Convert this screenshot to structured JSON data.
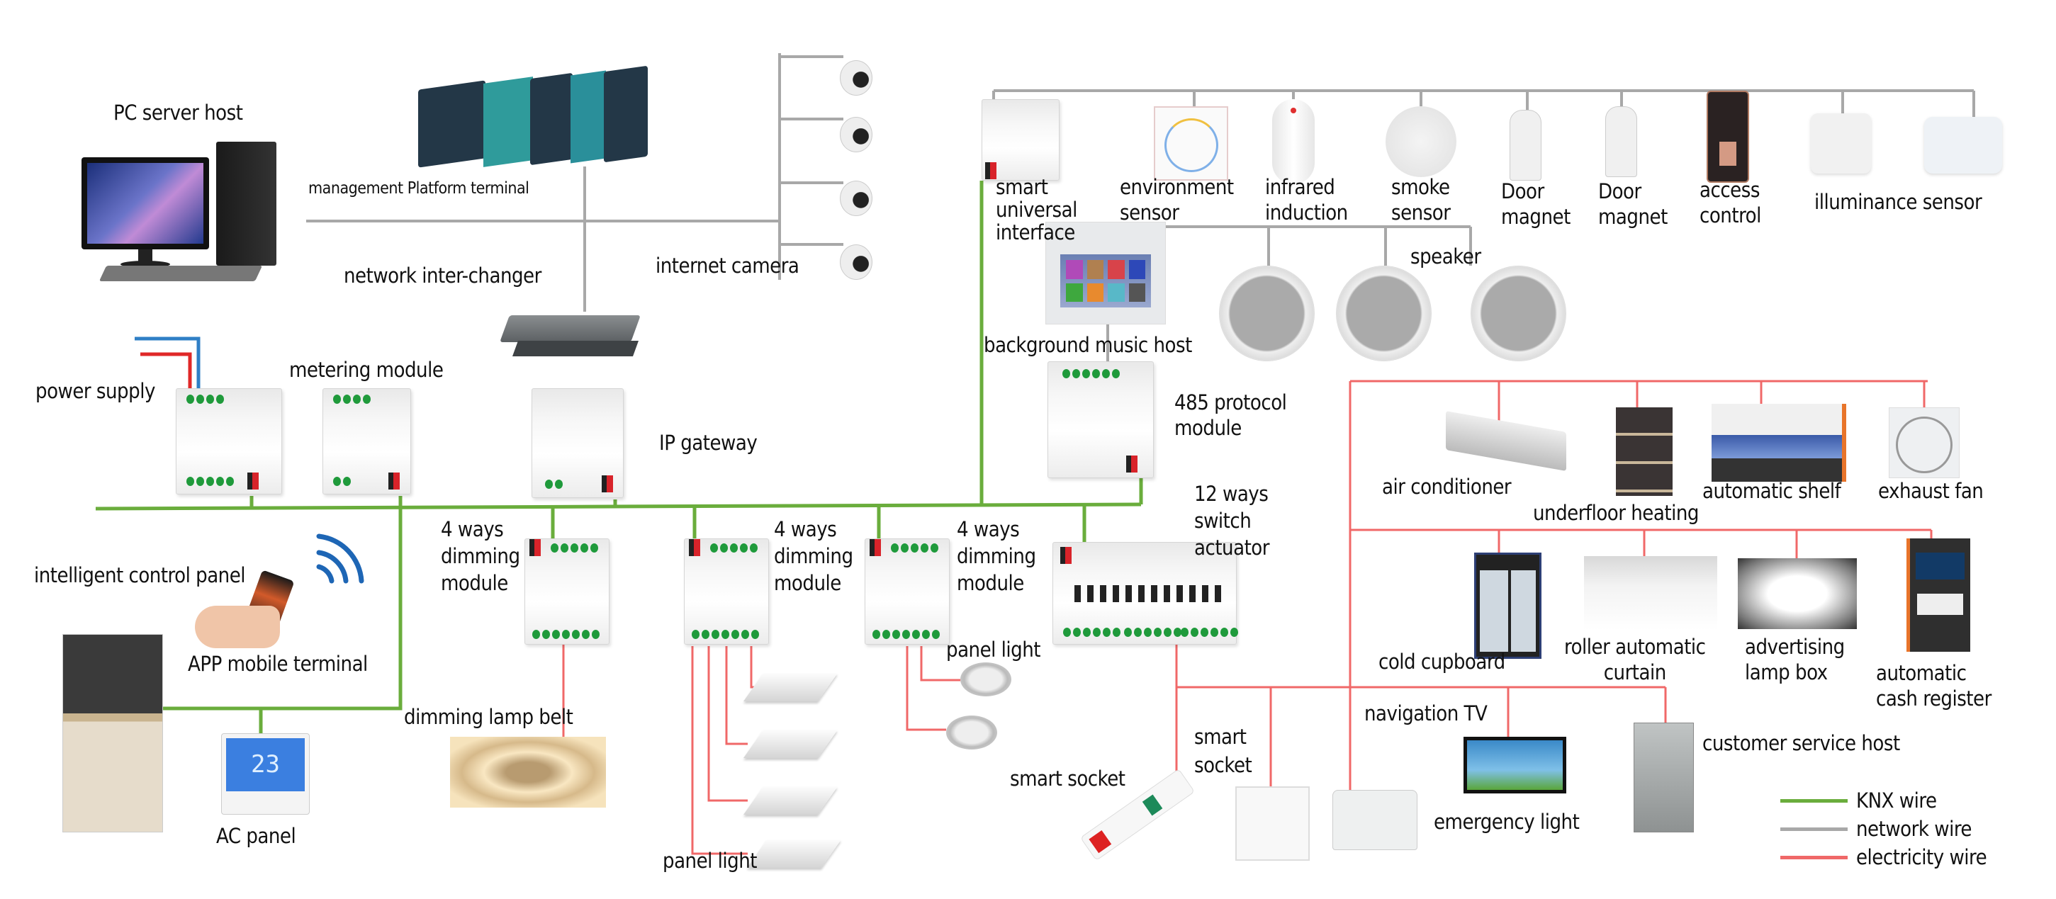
{
  "title": "KNX smart building system topology",
  "colors": {
    "knx_wire": "#6aad3c",
    "network_wire": "#a8a8a8",
    "electricity_wire": "#f06868",
    "power_blue": "#2f7fc6",
    "power_red": "#e02828",
    "text": "#111111"
  },
  "labels": {
    "pc_server_host": "PC server host",
    "management_platform_terminal": "management Platform terminal",
    "network_inter_changer": "network inter-changer",
    "internet_camera": "internet camera",
    "power_supply": "power supply",
    "metering_module": "metering module",
    "ip_gateway": "IP gateway",
    "smart_universal_interface": "smart\nuniversal\ninterface",
    "environment_sensor": "environment\nsensor",
    "infrared_induction": "infrared\ninduction",
    "smoke_sensor": "smoke\nsensor",
    "door_magnet_1": "Door\nmagnet",
    "door_magnet_2": "Door\nmagnet",
    "access_control": "access\ncontrol",
    "illuminance_sensor": "illuminance sensor",
    "speaker": "speaker",
    "background_music_host": "background music host",
    "protocol_485_module": "485 protocol\nmodule",
    "air_conditioner": "air conditioner",
    "underfloor_heating": "underfloor heating",
    "automatic_shelf": "automatic shelf",
    "exhaust_fan": "exhaust fan",
    "dimming_module_1": "4 ways\ndimming\nmodule",
    "dimming_module_2": "4 ways\ndimming\nmodule",
    "dimming_module_3": "4 ways\ndimming\nmodule",
    "switch_actuator": "12 ways\nswitch\nactuator",
    "intelligent_control_panel": "intelligent control panel",
    "app_mobile_terminal": "APP mobile terminal",
    "ac_panel": "AC panel",
    "dimming_lamp_belt": "dimming lamp belt",
    "panel_light_1": "panel light",
    "panel_light_2": "panel light",
    "cold_cupboard": "cold cupboard",
    "roller_automatic_curtain": "roller automatic\ncurtain",
    "advertising_lamp_box": "advertising\nlamp box",
    "automatic_cash_register": "automatic\ncash register",
    "navigation_tv": "navigation TV",
    "customer_service_host": "customer service host",
    "smart_socket_1": "smart socket",
    "smart_socket_2": "smart\nsocket",
    "emergency_light": "emergency light",
    "ac_panel_display": "23"
  },
  "legend": [
    {
      "label": "KNX wire",
      "color_key": "knx_wire"
    },
    {
      "label": "network  wire",
      "color_key": "network_wire"
    },
    {
      "label": "electricity wire",
      "color_key": "electricity_wire"
    }
  ]
}
